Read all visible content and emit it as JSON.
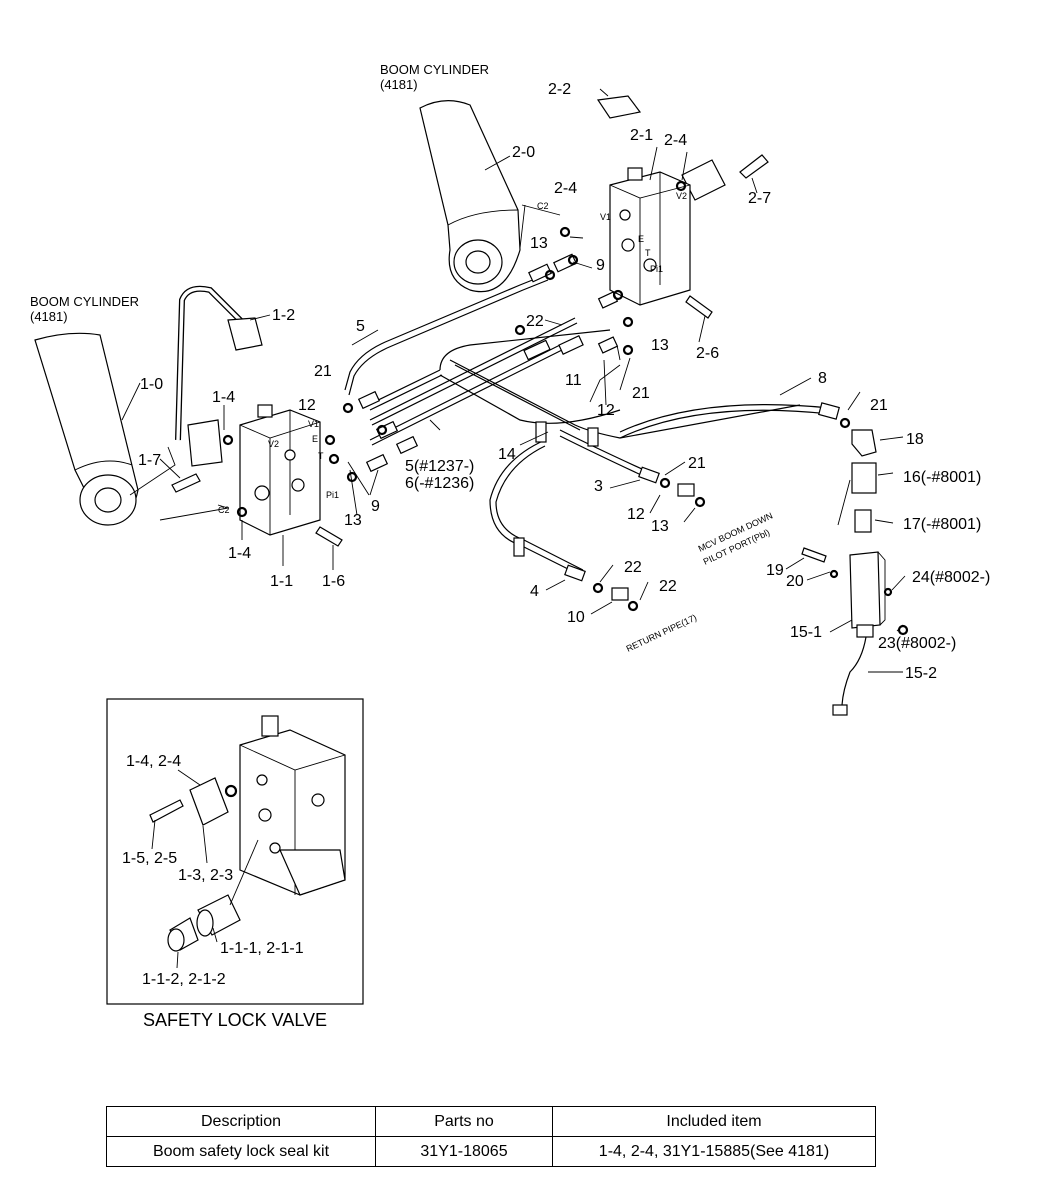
{
  "callouts": {
    "boom_cyl_right_1": "BOOM CYLINDER",
    "boom_cyl_right_2": "(4181)",
    "boom_cyl_left_1": "BOOM CYLINDER",
    "boom_cyl_left_2": "(4181)",
    "p2_2": "2-2",
    "p2_1": "2-1",
    "p2_4a": "2-4",
    "p2_0": "2-0",
    "p2_7": "2-7",
    "p2_4b": "2-4",
    "p13a": "13",
    "p9a": "9",
    "p2_6": "2-6",
    "p1_2": "1-2",
    "p5": "5",
    "p22a": "22",
    "p13b": "13",
    "p1_0": "1-0",
    "p21a": "21",
    "p11": "11",
    "p21b": "21",
    "p8": "8",
    "p12a": "12",
    "p12b": "12",
    "p1_4a": "1-4",
    "p21c": "21",
    "p18": "18",
    "p14": "14",
    "p5_6a": "5(#1237-)",
    "p5_6b": "6(-#1236)",
    "p1_7": "1-7",
    "p16": "16(-#8001)",
    "p21d": "21",
    "p3": "3",
    "p13c": "13",
    "p9b": "9",
    "p12c": "12",
    "p13d": "13",
    "p17": "17(-#8001)",
    "p1_4b": "1-4",
    "p1_1": "1-1",
    "p1_6": "1-6",
    "p19": "19",
    "p20": "20",
    "p24": "24(#8002-)",
    "p22b": "22",
    "p4": "4",
    "p22c": "22",
    "p10": "10",
    "p15_1": "15-1",
    "p23": "23(#8002-)",
    "p15_2": "15-2",
    "mcv_1": "MCV BOOM DOWN",
    "mcv_2": "PILOT PORT(Pbl)",
    "return_pipe": "RETURN PIPE(17)",
    "c2a": "C2",
    "c2b": "C2",
    "v1a": "V1",
    "v2a": "V2",
    "v1b": "V1",
    "v2b": "V2",
    "ea": "E",
    "eb": "E",
    "ta": "T",
    "tb": "T",
    "pi1a": "Pi1",
    "pi1b": "Pi1"
  },
  "inset": {
    "title": "SAFETY LOCK VALVE",
    "l1": "1-4, 2-4",
    "l2": "1-5, 2-5",
    "l3": "1-3, 2-3",
    "l4": "1-1-1, 2-1-1",
    "l5": "1-1-2, 2-1-2"
  },
  "table": {
    "headers": [
      "Description",
      "Parts no",
      "Included item"
    ],
    "row": [
      "Boom safety lock seal kit",
      "31Y1-18065",
      "1-4, 2-4, 31Y1-15885(See 4181)"
    ]
  }
}
